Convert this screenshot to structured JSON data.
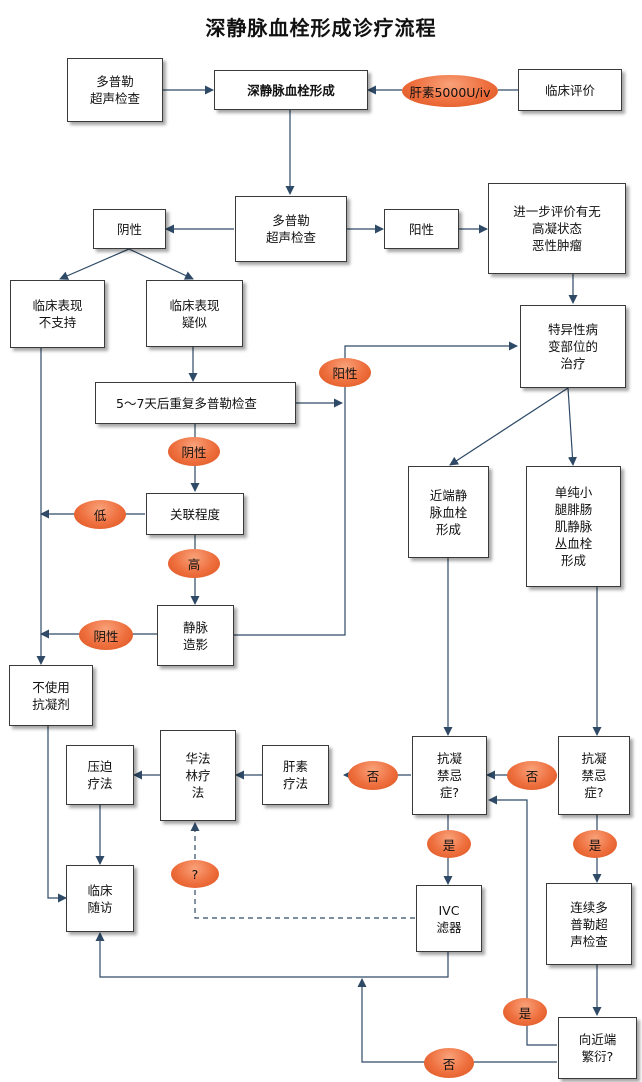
{
  "title": "深静脉血栓形成诊疗流程",
  "colors": {
    "line": "#2e4a66",
    "oval": "#ee6e3d",
    "box_border": "#3a3a3a"
  },
  "boxes": {
    "doppler_top": "多普勒\n超声检查",
    "dvt_formation": "深静脉血栓形成",
    "clinical_eval": "临床评价",
    "doppler_mid": "多普勒\n超声检查",
    "negative": "阴性",
    "positive": "阳性",
    "further_eval": "进一步评价有无\n高凝状态\n恶性肿瘤",
    "not_support": "临床表现\n不支持",
    "suspect": "临床表现\n疑似",
    "specific_treat": "特异性病\n变部位的\n治疗",
    "repeat_doppler": "5～7天后重复多普勒检查",
    "proximal_dvt": "近端静\n脉血栓\n形成",
    "calf_dvt": "单纯小\n腿腓肠\n肌静脉\n丛血栓\n形成",
    "correlation": "关联程度",
    "venography": "静脉\n造影",
    "no_anticoag": "不使用\n抗凝剂",
    "compression": "压迫\n疗法",
    "warfarin": "华法\n林疗\n法",
    "heparin": "肝素\n疗法",
    "contra_left": "抗凝\n禁忌\n症?",
    "contra_right": "抗凝\n禁忌\n症?",
    "clinical_follow": "临床\n随访",
    "ivc_filter": "IVC\n滤器",
    "serial_doppler": "连续多\n普勒超\n声检查",
    "extend_proximal": "向近端\n繁衍?"
  },
  "ovals": {
    "heparin_dose": "肝素5000U/iv",
    "positive": "阳性",
    "negative1": "阴性",
    "low": "低",
    "high": "高",
    "negative2": "阴性",
    "no1": "否",
    "no2": "否",
    "yes1": "是",
    "yes2": "是",
    "question": "?",
    "yes3": "是",
    "no3": "否"
  }
}
